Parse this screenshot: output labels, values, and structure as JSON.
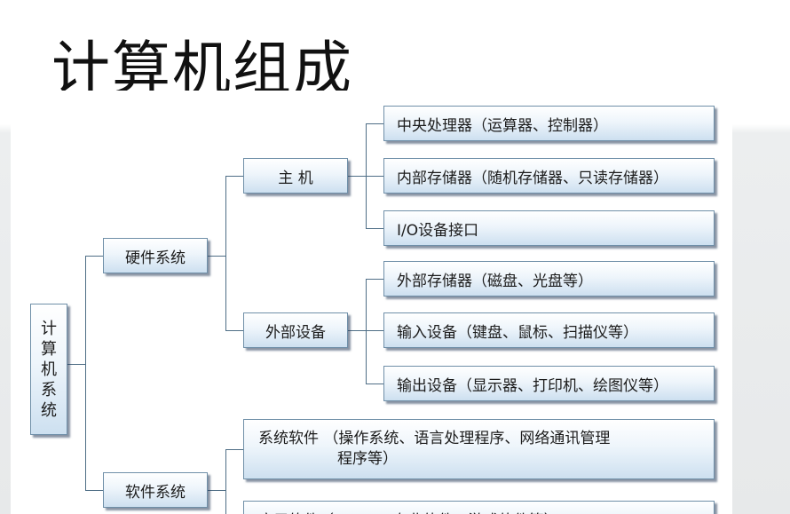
{
  "title": "计算机组成",
  "root": {
    "label_chars": [
      "计",
      "算",
      "机",
      "系",
      "统"
    ]
  },
  "hardware": {
    "label": "硬件系统",
    "host": {
      "label": "主 机",
      "items": [
        "中央处理器（运算器、控制器）",
        "内部存储器（随机存储器、只读存储器）",
        "I/O设备接口"
      ]
    },
    "peripherals": {
      "label": "外部设备",
      "items": [
        "外部存储器（磁盘、光盘等）",
        "输入设备（键盘、鼠标、扫描仪等）",
        "输出设备（显示器、打印机、绘图仪等）"
      ]
    }
  },
  "software": {
    "label": "软件系统",
    "items": [
      {
        "line1": "系统软件 （操作系统、语言处理程序、网络通讯管理",
        "line2": "程序等）"
      },
      {
        "line1": "应用软件（Office、专业软件、游戏软件等）",
        "line2": ""
      }
    ]
  }
}
